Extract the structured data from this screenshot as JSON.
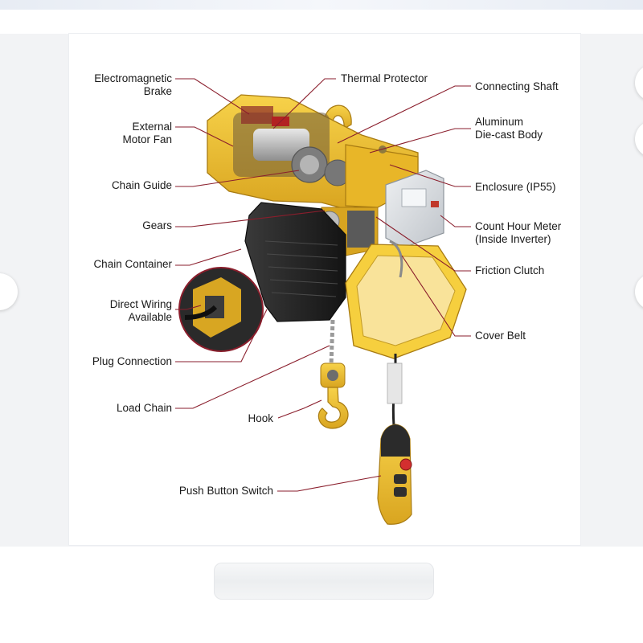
{
  "diagram": {
    "labels": {
      "electromagnetic_brake": [
        "Electromagnetic",
        "Brake"
      ],
      "external_motor_fan": [
        "External",
        "Motor Fan"
      ],
      "chain_guide": "Chain Guide",
      "gears": "Gears",
      "chain_container": "Chain Container",
      "direct_wiring": [
        "Direct Wiring",
        "Available"
      ],
      "plug_connection": "Plug Connection",
      "load_chain": "Load Chain",
      "hook": "Hook",
      "push_button_switch": "Push Button Switch",
      "thermal_protector": "Thermal Protector",
      "connecting_shaft": "Connecting Shaft",
      "aluminum_body": [
        "Aluminum",
        "Die-cast Body"
      ],
      "enclosure": "Enclosure (IP55)",
      "count_hour_meter": [
        "Count Hour Meter",
        "(Inside Inverter)"
      ],
      "friction_clutch": "Friction Clutch",
      "cover_belt": "Cover Belt"
    },
    "colors": {
      "hoist_yellow": "#f2c230",
      "hoist_yellow_dark": "#c9961a",
      "container_black": "#262626",
      "leader_line": "#8a1e2c",
      "inverter_gray": "#d9dde2"
    }
  }
}
